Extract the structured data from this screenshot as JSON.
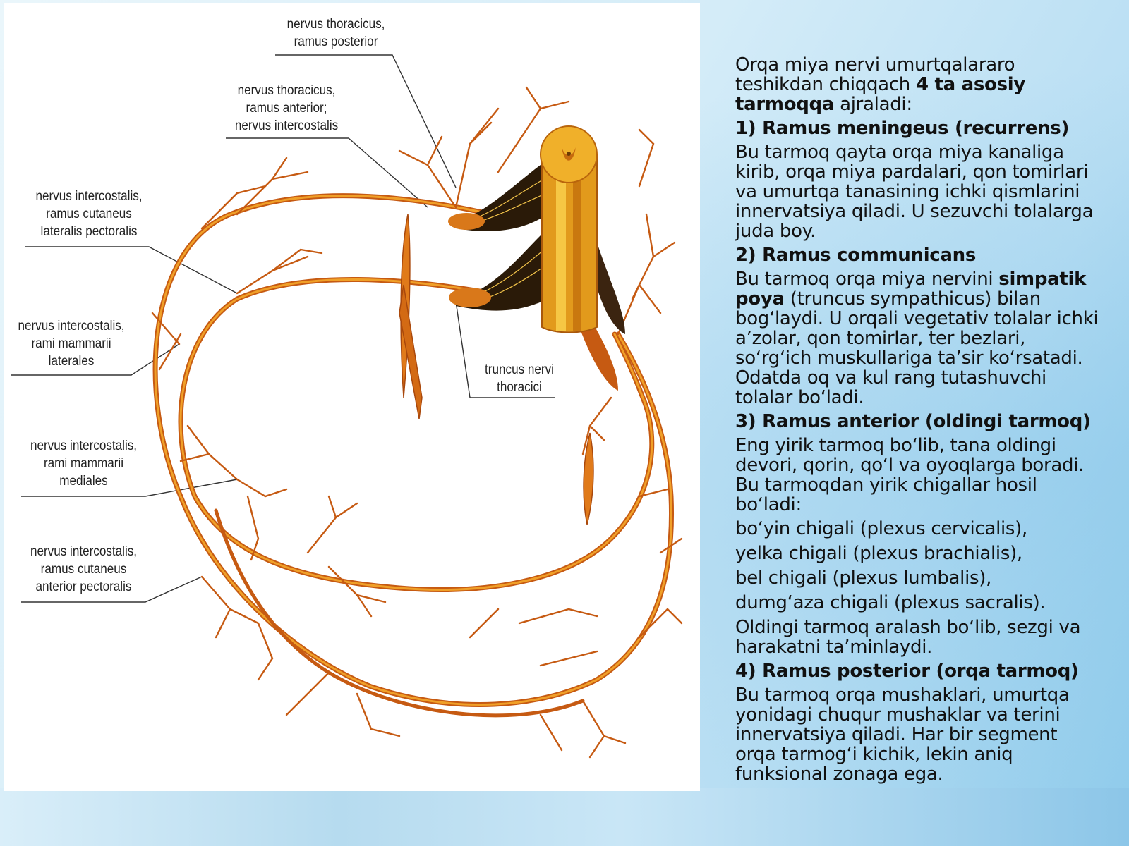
{
  "diagram": {
    "labels": {
      "thoracicus_posterior": "nervus thoracicus,\nramus posterior",
      "thoracicus_anterior": "nervus thoracicus,\nramus anterior;\nnervus intercostalis",
      "cutaneus_lateralis": "nervus intercostalis,\nramus cutaneus\nlateralis pectoralis",
      "mammarii_laterales": "nervus intercostalis,\nrami mammarii\nlaterales",
      "truncus": "truncus nervi\nthoracici",
      "mammarii_mediales": "nervus intercostalis,\nrami mammarii\nmediales",
      "cutaneus_anterior": "nervus intercostalis,\nramus cutaneus\nanterior pectoralis"
    },
    "colors": {
      "nerve": "#c65a12",
      "nerve_light": "#f0a028",
      "cord": "#e8a21e",
      "ganglion": "#2a1a08"
    }
  },
  "text": {
    "intro_a": "Orqa miya nervi umurtqalararo teshikdan chiqqach ",
    "intro_b": "4 ta asosiy tarmoqqa",
    "intro_c": " ajraladi:",
    "h1": "1) Ramus meningeus (recurrens)",
    "p1": "Bu tarmoq qayta orqa miya kanaliga kirib, orqa miya pardalari, qon tomirlari va umurtqa tanasining ichki qismlarini innervatsiya qiladi. U sezuvchi tolalarga juda boy.",
    "h2": "2) Ramus communicans",
    "p2_a": "Bu tarmoq orqa miya nervini ",
    "p2_b": "simpatik poya",
    "p2_c": " (truncus sympathicus) bilan bog‘laydi. U orqali vegetativ tolalar ichki a’zolar, qon tomirlar, ter bezlari, so‘rg‘ich muskullariga ta’sir ko‘rsatadi. Odatda oq va kul rang tutashuvchi tolalar bo‘ladi.",
    "h3": "3) Ramus anterior (oldingi tarmoq)",
    "p3a": "Eng yirik tarmoq bo‘lib, tana oldingi devori, qorin, qo‘l va oyoqlarga boradi.",
    "p3b": "Bu tarmoqdan yirik chigallar hosil bo‘ladi:",
    "plexus": [
      "bo‘yin chigali (plexus cervicalis),",
      "yelka chigali (plexus brachialis),",
      "bel chigali (plexus lumbalis),",
      "dumg‘aza chigali (plexus sacralis)."
    ],
    "p3c": "Oldingi tarmoq aralash bo‘lib, sezgi va harakatni ta’minlaydi.",
    "h4": "4) Ramus posterior (orqa tarmoq)",
    "p4": "Bu tarmoq orqa mushaklari, umurtqa yonidagi chuqur mushaklar va terini innervatsiya qiladi. Har bir segment orqa tarmog‘i kichik, lekin aniq funksional zonaga ega."
  }
}
